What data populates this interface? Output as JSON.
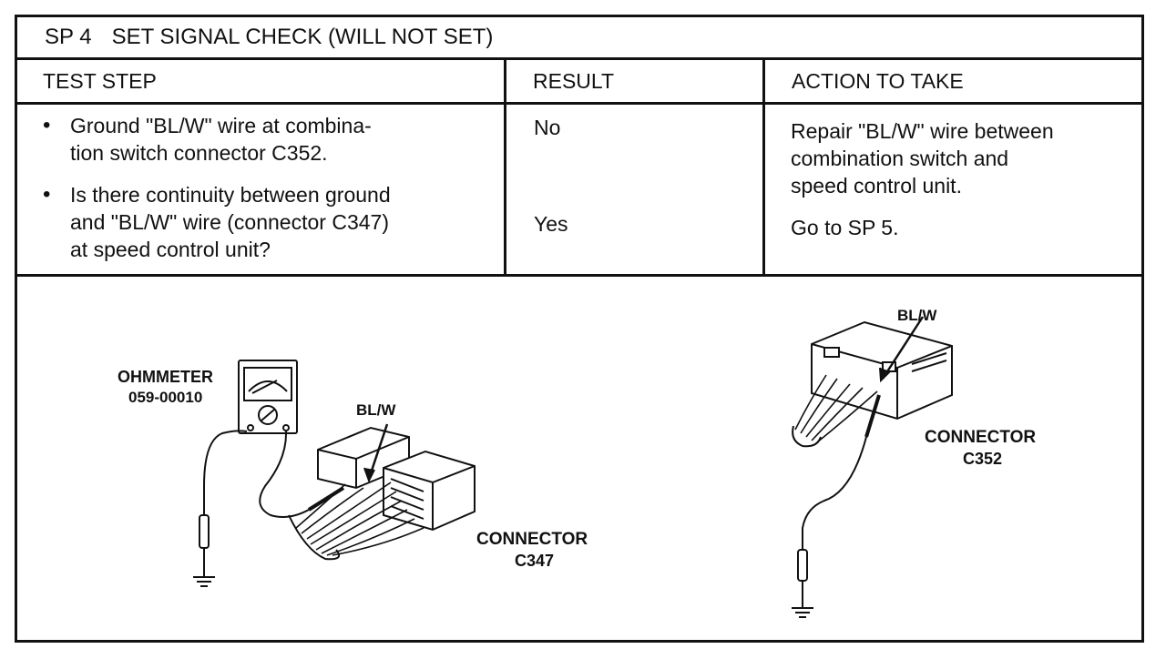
{
  "title": {
    "code": "SP 4",
    "text": "SET SIGNAL CHECK (WILL NOT SET)"
  },
  "headers": {
    "test_step": "TEST STEP",
    "result": "RESULT",
    "action": "ACTION TO TAKE"
  },
  "steps": [
    {
      "bullet": "•",
      "line1": "Ground \"BL/W\" wire at combina-",
      "line2": "tion switch connector C352."
    },
    {
      "bullet": "•",
      "line1": "Is there continuity between ground",
      "line2": "and \"BL/W\" wire (connector C347)",
      "line3": "at speed control unit?"
    }
  ],
  "results": {
    "no": "No",
    "yes": "Yes"
  },
  "actions": {
    "no_line1": "Repair \"BL/W\" wire between",
    "no_line2": "combination switch and",
    "no_line3": "speed control unit.",
    "yes": "Go to SP 5."
  },
  "diagram": {
    "ohmmeter_label": "OHMMETER",
    "ohmmeter_part": "059-00010",
    "wire_left": "BL/W",
    "connector_left_label": "CONNECTOR",
    "connector_left_id": "C347",
    "wire_right": "BL/W",
    "connector_right_label": "CONNECTOR",
    "connector_right_id": "C352"
  }
}
